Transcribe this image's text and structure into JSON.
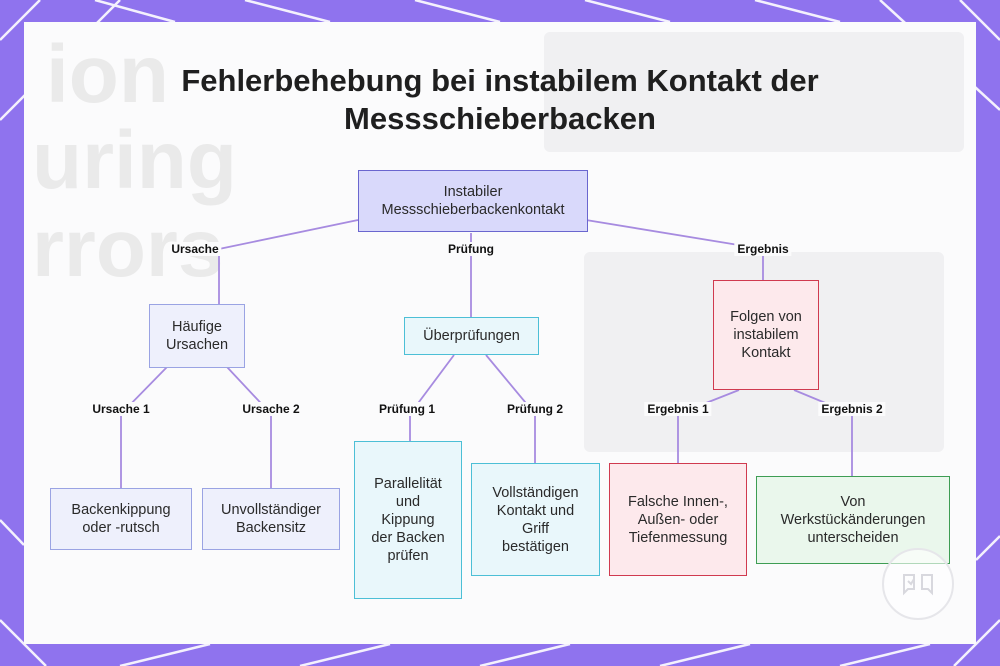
{
  "title": "Fehlerbehebung bei instabilem Kontakt der Messschieberbacken",
  "background_words": [
    "ion",
    "uring",
    "rrors"
  ],
  "nodes": {
    "root": "Instabiler Messschieberbackenkontakt",
    "causes": "Häufige Ursachen",
    "checks": "Überprüfungen",
    "results": "Folgen von instabilem Kontakt",
    "cause1": "Backenkippung oder -rutsch",
    "cause2": "Unvollständiger Backensitz",
    "check1": "Parallelität und Kippung der Backen prüfen",
    "check2": "Vollständigen Kontakt und Griff bestätigen",
    "result1": "Falsche Innen-, Außen- oder Tiefenmessung",
    "result2": "Von Werkstückänderungen unterscheiden"
  },
  "edge_labels": {
    "root_causes": "Ursache",
    "root_checks": "Prüfung",
    "root_results": "Ergebnis",
    "cause1": "Ursache 1",
    "cause2": "Ursache 2",
    "check1": "Prüfung 1",
    "check2": "Prüfung 2",
    "result1": "Ergebnis 1",
    "result2": "Ergebnis 2"
  },
  "colors": {
    "frame": "#8f73ee",
    "connector": "#a78be0",
    "root": "#6a66cf",
    "blue": "#9aa3e3",
    "cyan": "#4cbfd6",
    "red": "#d03a4f",
    "green": "#3e9d54"
  },
  "logo_icon": "brand-logo-icon"
}
